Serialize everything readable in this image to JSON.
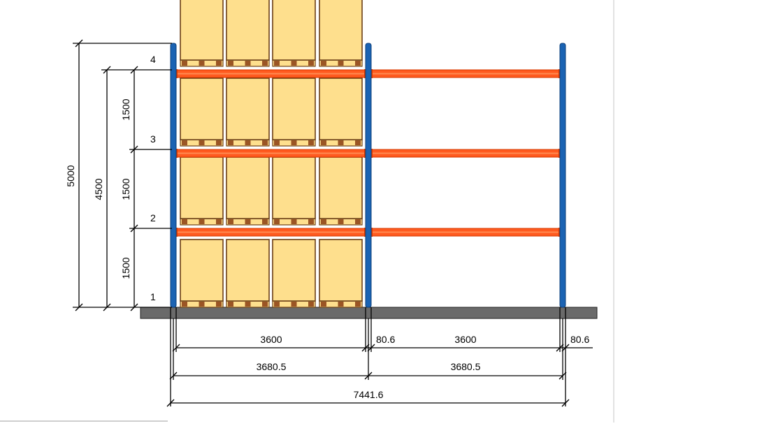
{
  "colors": {
    "upright": "#1b63b3",
    "upright_edge": "#0d3f7a",
    "beam": "#ff5a1f",
    "beam_edge": "#d63a00",
    "box_fill": "#fedf8d",
    "box_edge": "#6b3e16",
    "pallet": "#9b5524",
    "floor": "#6a6a6a",
    "dim_line": "#000000",
    "separator": "#cfcfcf"
  },
  "levels": [
    "1",
    "2",
    "3",
    "4"
  ],
  "dimensions": {
    "height_overall": "5000",
    "height_top_beam": "4500",
    "level_spacing": [
      "1500",
      "1500",
      "1500"
    ],
    "bay_clear_width": [
      "3600",
      "3600"
    ],
    "upright_width": [
      "80.6",
      "80.6"
    ],
    "bay_pitch": [
      "3680.5",
      "3680.5"
    ],
    "total_length": "7441.6"
  },
  "loaded_bay": {
    "pallets_per_level": 4,
    "loaded_levels": 4
  }
}
